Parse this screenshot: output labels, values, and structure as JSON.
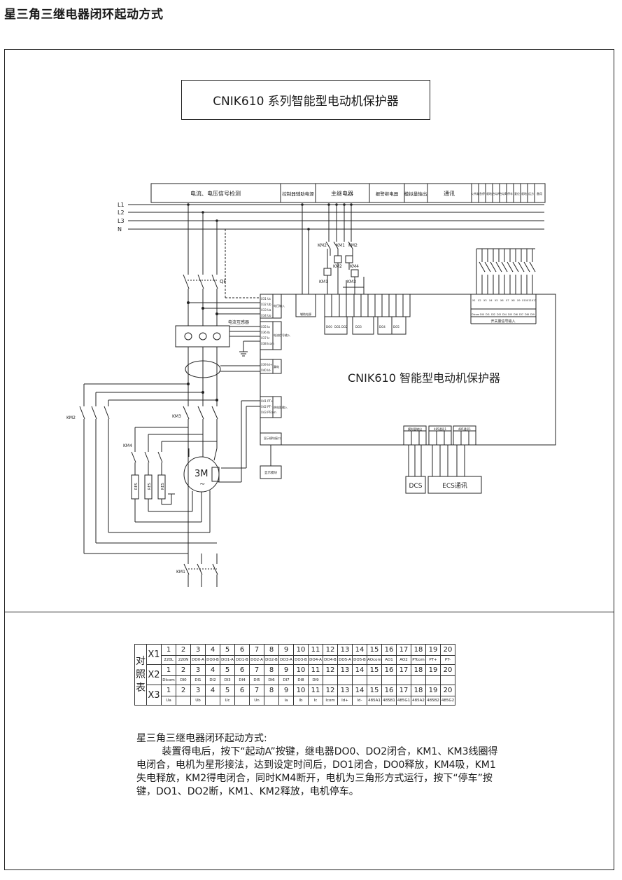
{
  "page_heading": "星三角三继电器闭环起动方式",
  "device_title": "CNIK610 系列智能型电动机保护器",
  "device_inner_label": "CNIK610 智能型电动机保护器",
  "header_segments": [
    "电流、电压信号检测",
    "控制器辅助电源",
    "主继电器",
    "报警继电器",
    "模拟量输出",
    "通讯"
  ],
  "header_small": [
    "公共端",
    "急停",
    "就地",
    "启动A",
    "启动B",
    "停车",
    "复位",
    "就地",
    "远方",
    "备用"
  ],
  "lines": [
    "L1",
    "L2",
    "L3",
    "N"
  ],
  "labels": {
    "km2_top": "KM2",
    "km1_top": "KM1",
    "km2b_top": "KM2",
    "km2_mid": "KM2",
    "km4_mid": "KM4",
    "km1_low": "KM1",
    "km3_low": "KM3",
    "qf": "QF",
    "ct": "电流互感器",
    "km2_left": "KM2",
    "km3_left": "KM3",
    "km4_left": "KM4",
    "km1_bottom": "KM1",
    "motor": "3M",
    "motor_tilde": "~",
    "res": "RES",
    "dcs": "DCS",
    "ecs": "ECS通讯",
    "display": "显示模块",
    "display_port": "显示模块接口",
    "switch_inputs": "开关量信号输入",
    "analog_out": "模拟量输出",
    "comm1": "485通讯1",
    "comm2": "485通讯1",
    "aux_power": "辅助电源"
  },
  "terminal_labels": {
    "voltage": [
      "X31 Uc",
      "X32 Ub",
      "X33 Ua",
      "X34 Uo"
    ],
    "current": [
      "X35 Ia",
      "X36 Ib",
      "X37 Ic",
      "X38 Icom"
    ],
    "leak": [
      "X39 Id+",
      "X40 Id-"
    ],
    "temp": [
      "X41 PT+",
      "X42 PT-",
      "X43 PTcom"
    ],
    "inputs": [
      "X1",
      "X2",
      "X3",
      "X4",
      "X5",
      "X6",
      "X7",
      "X8",
      "X9",
      "X10",
      "X11",
      "X12"
    ],
    "input_codes": [
      "DIcom",
      "DI0",
      "DI1",
      "DI2",
      "DI3",
      "DI4",
      "DI5",
      "DI6",
      "DI7",
      "DI8",
      "DI9"
    ],
    "analog": [
      "AO1",
      "AO2"
    ],
    "comm": [
      "485A1",
      "485B1",
      "485G1",
      "485A2",
      "485B2",
      "485G2"
    ],
    "relays": [
      "DO0",
      "DO1",
      "DO2",
      "DO3",
      "DO4",
      "DO5"
    ],
    "side_voltage": "电压输入",
    "side_current": "电流信号输入",
    "side_leak": "漏电",
    "side_temp": "热电阻输入"
  },
  "reference_table": {
    "side_label": "对照表",
    "numbers": [
      "1",
      "2",
      "3",
      "4",
      "5",
      "6",
      "7",
      "8",
      "9",
      "10",
      "11",
      "12",
      "13",
      "14",
      "15",
      "16",
      "17",
      "18",
      "19",
      "20"
    ],
    "groups": [
      {
        "name": "X1",
        "codes": [
          "220L",
          "220N",
          "DO0-A",
          "DO0-B",
          "DO1-A",
          "DO1-B",
          "DO2-A",
          "DO2-B",
          "DO3-A",
          "DO3-B",
          "DO4-A",
          "DO4-B",
          "DO5-A",
          "DO5-B",
          "AOcom",
          "AO1",
          "AO2",
          "PTcom",
          "PT+",
          "PT-"
        ]
      },
      {
        "name": "X2",
        "codes": [
          "DIcom",
          "DI0",
          "DI1",
          "DI2",
          "DI3",
          "DI4",
          "DI5",
          "DI6",
          "DI7",
          "DI8",
          "DI9",
          "",
          "",
          "",
          "",
          "",
          "",
          "",
          "",
          ""
        ]
      },
      {
        "name": "X3",
        "codes": [
          "Ua",
          "",
          "Ub",
          "",
          "Uc",
          "",
          "Un",
          "",
          "Ia",
          "Ib",
          "Ic",
          "Icom",
          "Id+",
          "Id-",
          "485A1",
          "485B1",
          "485G1",
          "485A2",
          "485B2",
          "485G2"
        ]
      }
    ]
  },
  "description": {
    "heading": "星三角三继电器闭环起动方式:",
    "body": "装置得电后，按下“起动A”按键，继电器DO0、DO2闭合，KM1、KM3线圈得电闭合，电机为星形接法，达到设定时间后，DO1闭合，DO0释放，KM4吸，KM1失电释放，KM2得电闭合，同时KM4断开，电机为三角形方式运行，按下“停车”按键，DO1、DO2断，KM1、KM2释放，电机停车。"
  }
}
